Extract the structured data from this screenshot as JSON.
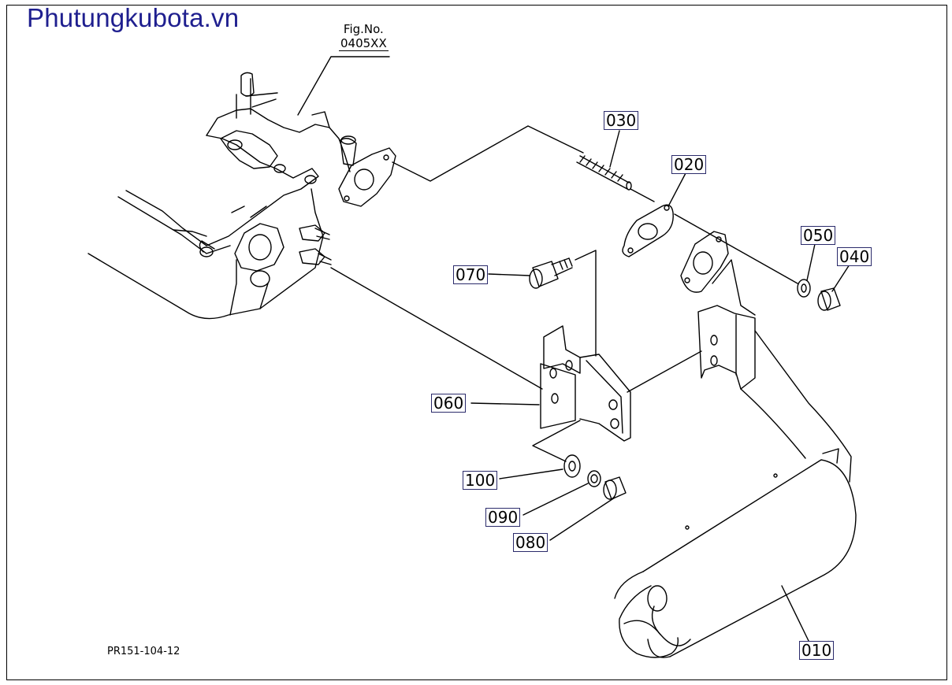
{
  "brand": "Phutungkubota.vn",
  "figure": {
    "line1": "Fig.No.",
    "line2": "0405XX"
  },
  "parts": {
    "p010": "010",
    "p020": "020",
    "p030": "030",
    "p040": "040",
    "p050": "050",
    "p060": "060",
    "p070": "070",
    "p080": "080",
    "p090": "090",
    "p100": "100"
  },
  "drawing_ref": "PR151-104-12",
  "colors": {
    "brand": "#1f1f8f",
    "line": "#000000",
    "label_border": "#2b2b6b"
  }
}
